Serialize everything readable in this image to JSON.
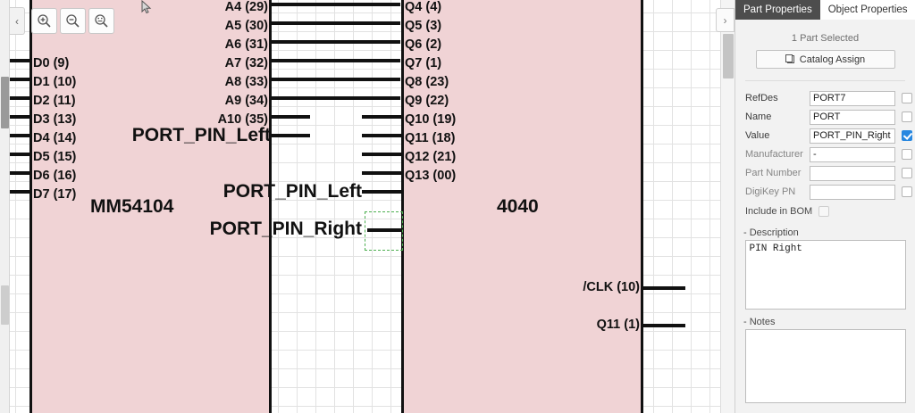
{
  "canvas": {
    "zoom_toolbar": [
      {
        "name": "zoom-in-icon",
        "label": "Zoom In"
      },
      {
        "name": "zoom-out-icon",
        "label": "Zoom Out"
      },
      {
        "name": "zoom-fit-icon",
        "label": "Zoom Fit"
      }
    ],
    "collapse_left_label": "‹",
    "expand_right_label": "›",
    "components": [
      {
        "name": "MM54104",
        "left_pins": [
          "D0 (9)",
          "D1 (10)",
          "D2 (11)",
          "D3 (13)",
          "D4 (14)",
          "D5 (15)",
          "D6 (16)",
          "D7 (17)"
        ],
        "right_pins": [
          "A4 (29)",
          "A5 (30)",
          "A6 (31)",
          "A7 (32)",
          "A8 (33)",
          "A9 (34)",
          "A10 (35)"
        ]
      },
      {
        "name": "4040",
        "left_pins": [
          "Q4 (4)",
          "Q5 (3)",
          "Q6 (2)",
          "Q7 (1)",
          "Q8 (23)",
          "Q9 (22)",
          "Q10 (19)",
          "Q11 (18)",
          "Q12 (21)",
          "Q13 (00)"
        ],
        "right_pins": [
          "/CLK (10)",
          "Q11 (1)"
        ]
      }
    ],
    "port_labels": [
      {
        "text": "PORT_PIN_Left"
      },
      {
        "text": "PORT_PIN_Left"
      },
      {
        "text": "PORT_PIN_Right"
      }
    ],
    "selection": {
      "name": "PORT_PIN_Right",
      "color": "#4caf50"
    }
  },
  "properties": {
    "tabs": [
      {
        "label": "Part Properties",
        "active": true
      },
      {
        "label": "Object Properties",
        "active": false
      }
    ],
    "selection_count": "1 Part Selected",
    "catalog_assign_label": "Catalog Assign",
    "fields": [
      {
        "label": "RefDes",
        "value": "PORT7",
        "checked": false,
        "dim": false
      },
      {
        "label": "Name",
        "value": "PORT",
        "checked": false,
        "dim": false
      },
      {
        "label": "Value",
        "value": "PORT_PIN_Right",
        "checked": true,
        "dim": false
      },
      {
        "label": "Manufacturer",
        "value": "-",
        "checked": false,
        "dim": true
      },
      {
        "label": "Part Number",
        "value": "",
        "checked": false,
        "dim": true
      },
      {
        "label": "DigiKey PN",
        "value": "",
        "checked": false,
        "dim": true
      }
    ],
    "include_in_bom": {
      "label": "Include in BOM",
      "checked": false
    },
    "description": {
      "heading": "- Description",
      "value": "PIN Right"
    },
    "notes": {
      "heading": "- Notes",
      "value": ""
    }
  },
  "colors": {
    "component_fill": "#f0d3d5",
    "selection_green": "#4caf50",
    "tab_active_bg": "#4d4d4d",
    "checkbox_blue": "#2787e0"
  }
}
